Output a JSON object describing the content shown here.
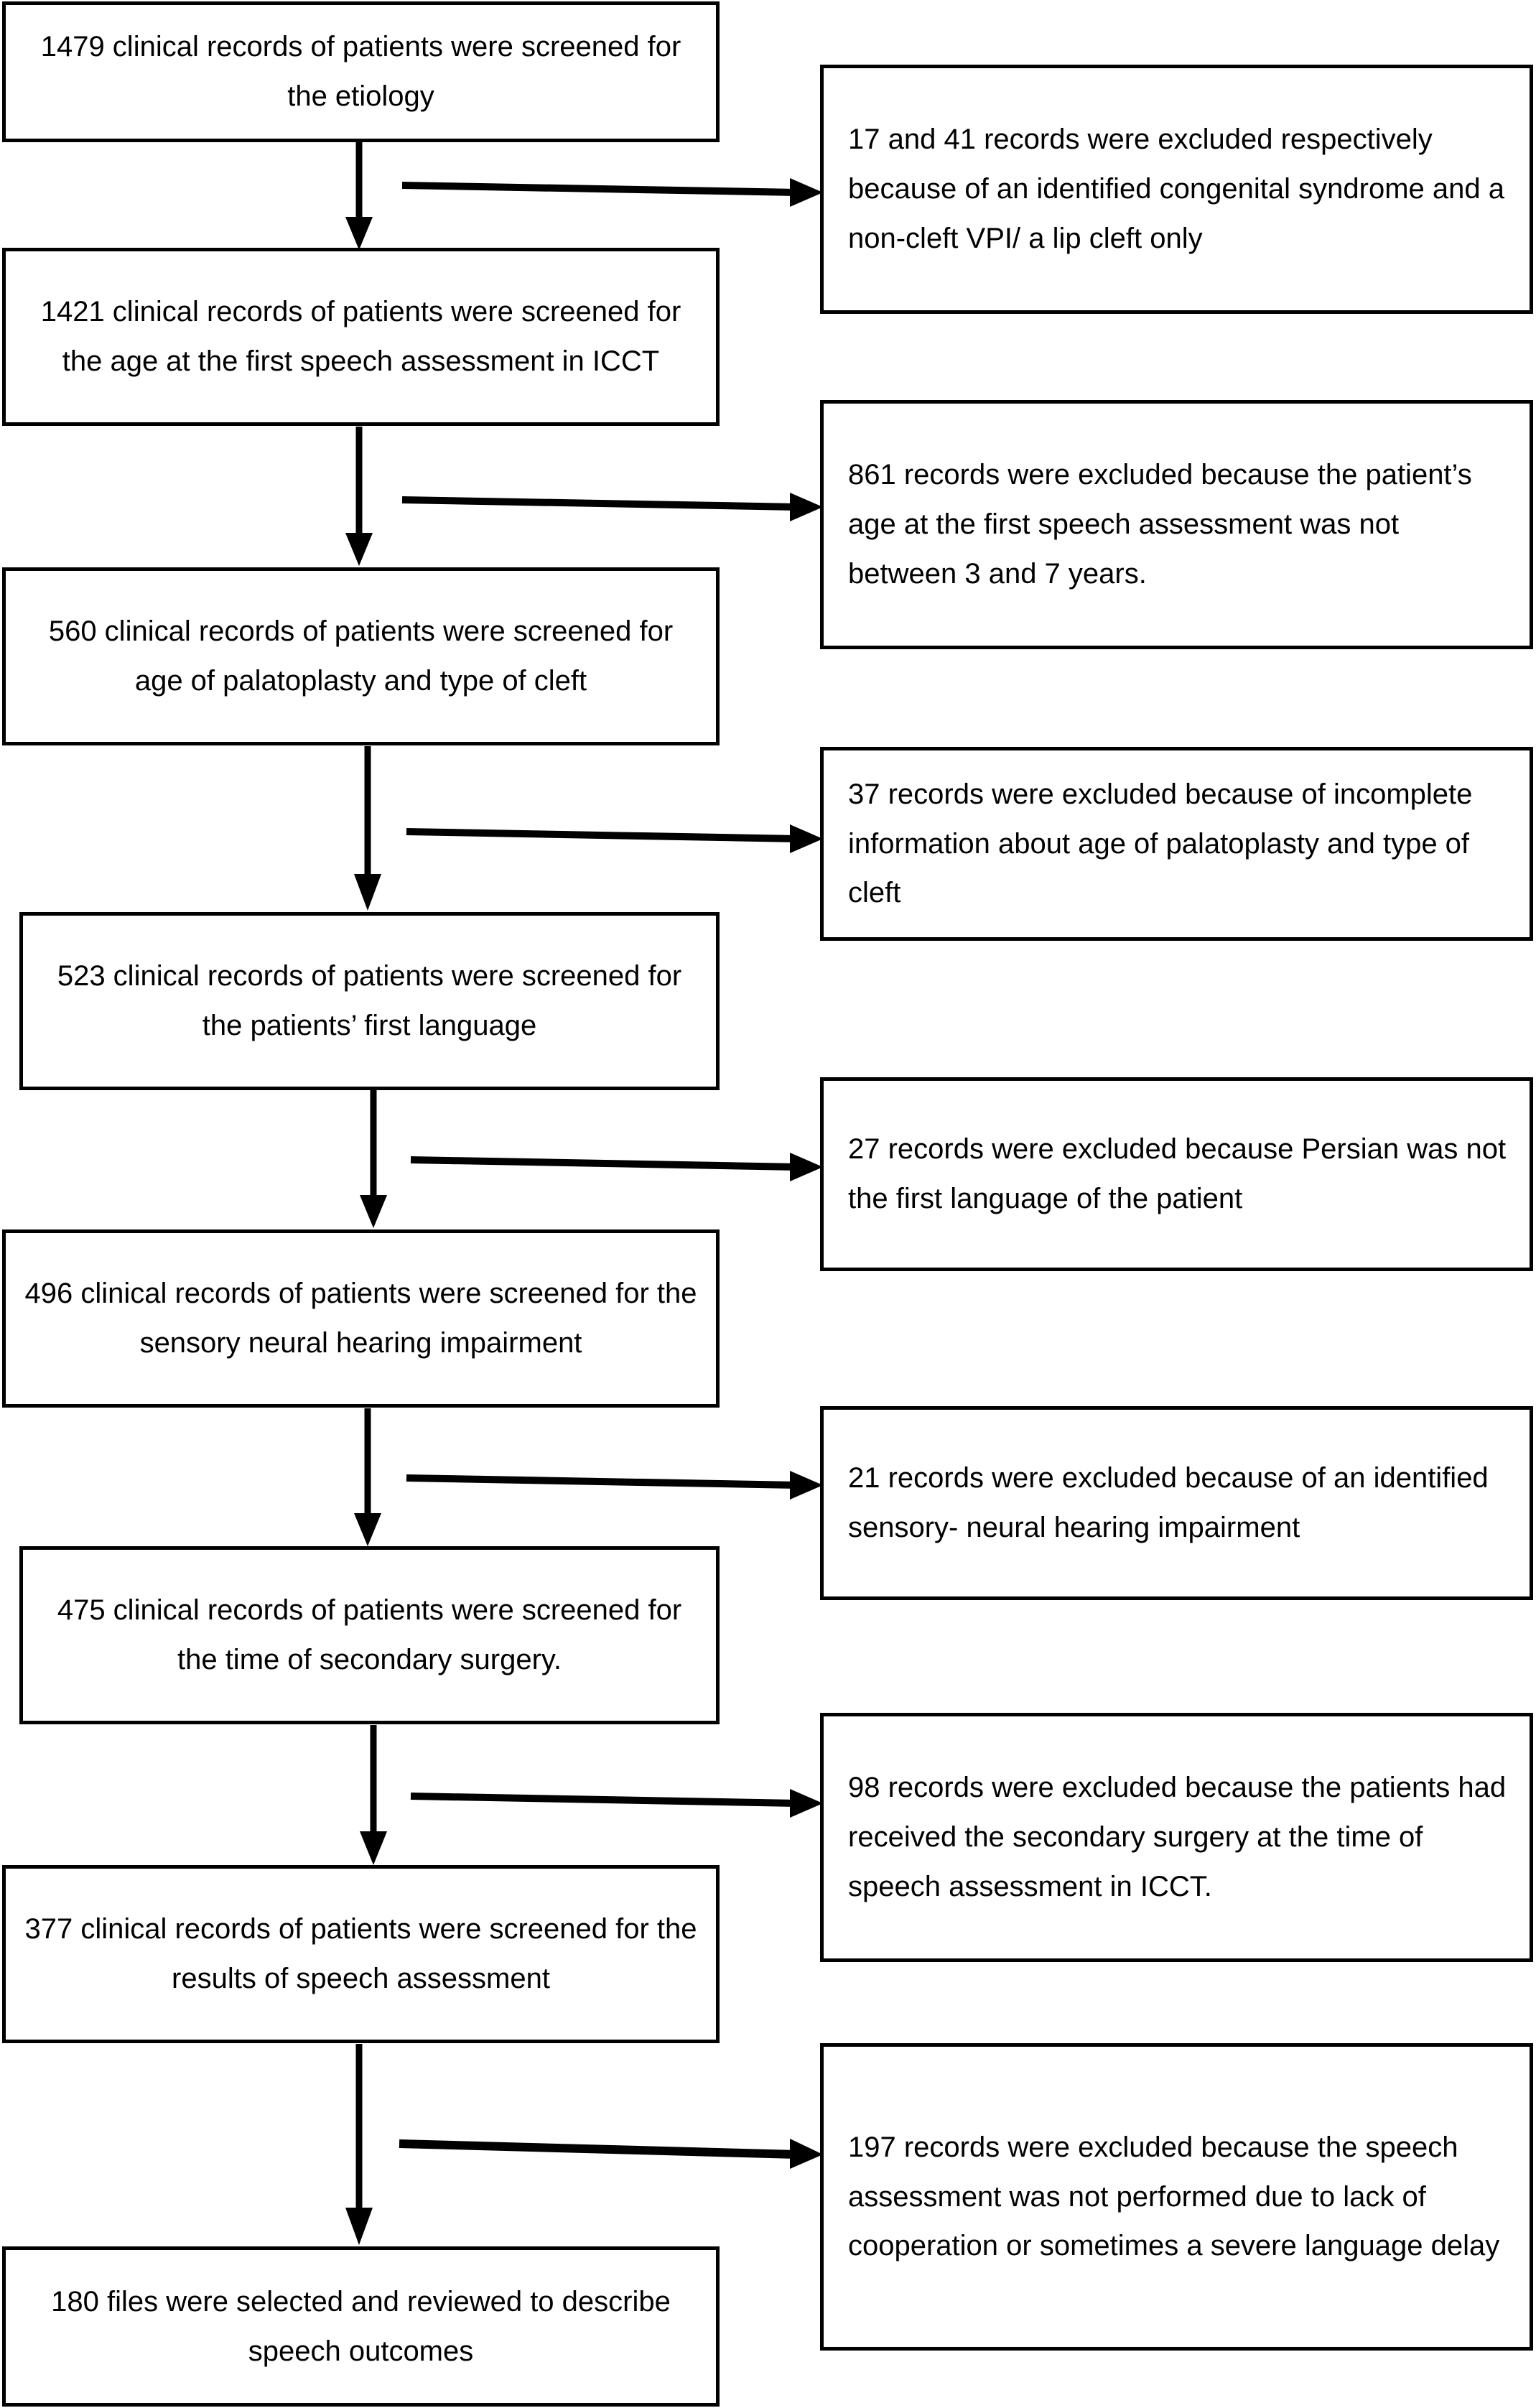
{
  "diagram": {
    "title": "Patient record screening flowchart",
    "colors": {
      "stroke": "#000000",
      "background": "#ffffff",
      "text": "#000000"
    },
    "flow_steps": [
      {
        "id": "step-1",
        "count": "1479",
        "text": "1479 clinical records of patients were screened for the etiology"
      },
      {
        "id": "step-2",
        "count": "1421",
        "text": "1421 clinical records of patients were screened for the age at the first speech assessment in ICCT"
      },
      {
        "id": "step-3",
        "count": "560",
        "text": "560 clinical records of patients were screened for age of palatoplasty and type of cleft"
      },
      {
        "id": "step-4",
        "count": "523",
        "text": "523 clinical records of patients were screened for the patients’ first language"
      },
      {
        "id": "step-5",
        "count": "496",
        "text": "496 clinical records of patients were screened for the sensory neural hearing impairment"
      },
      {
        "id": "step-6",
        "count": "475",
        "text": "475  clinical records of patients were screened for the time of secondary surgery."
      },
      {
        "id": "step-7",
        "count": "377",
        "text": "377 clinical records of patients were screened for the results of speech assessment"
      },
      {
        "id": "step-8",
        "count": "180",
        "text": "180 files were selected and reviewed to describe speech outcomes"
      }
    ],
    "exclusions": [
      {
        "id": "excl-1",
        "count": "17 and 41",
        "text": "17 and 41 records were excluded respectively because  of an identified congenital syndrome and a non-cleft VPI/ a lip cleft only"
      },
      {
        "id": "excl-2",
        "count": "861",
        "text": "861 records were excluded because the patient’s age at the first speech assessment was not between 3 and 7 years."
      },
      {
        "id": "excl-3",
        "count": "37",
        "text": "37 records were excluded because of incomplete information about age of palatoplasty and type of cleft"
      },
      {
        "id": "excl-4",
        "count": "27",
        "text": "27 records were excluded because Persian was not the first language of the patient"
      },
      {
        "id": "excl-5",
        "count": "21",
        "text": "21 records were excluded because of an identified sensory- neural hearing impairment"
      },
      {
        "id": "excl-6",
        "count": "98",
        "text": "98 records were excluded because the patients had received the secondary surgery at the time of speech assessment in ICCT."
      },
      {
        "id": "excl-7",
        "count": "197",
        "text": "197 records were excluded because the speech assessment was not performed due to lack of cooperation or sometimes a  severe language delay"
      }
    ],
    "connectors": {
      "down_arrow_label": "flow-down-arrow",
      "side_arrow_label": "exclusion-side-arrow"
    }
  }
}
